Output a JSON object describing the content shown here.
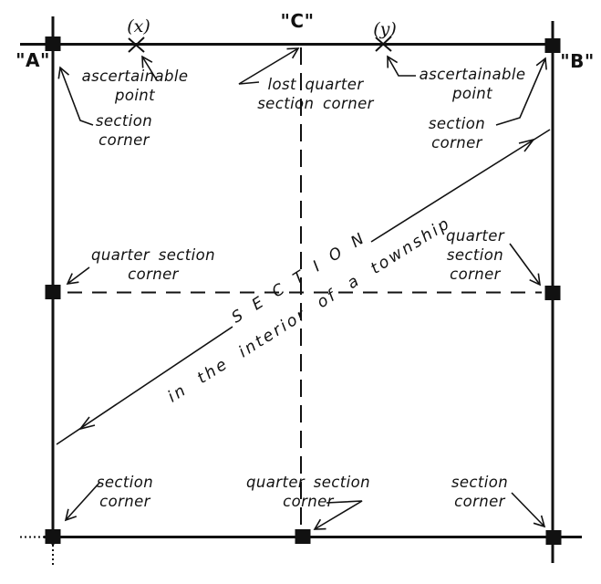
{
  "title": "Section in the interior of a township survey diagram",
  "colors": {
    "ink": "#111111",
    "background": "#ffffff"
  },
  "labels": {
    "corner_a": "\"A\"",
    "corner_b": "\"B\"",
    "corner_c": "\"C\"",
    "point_x": "(x)",
    "point_y": "(y)"
  },
  "annotations": {
    "ascertainable_left": "ascertainable\npoint",
    "section_corner_top_left": "section\ncorner",
    "lost_quarter_section": "lost quarter\nsection corner",
    "ascertainable_right": "ascertainable\npoint",
    "section_corner_top_right": "section\ncorner",
    "quarter_section_left": "quarter section\ncorner",
    "quarter_section_right": "quarter\nsection\ncorner",
    "section_corner_bottom_left": "section\ncorner",
    "quarter_section_bottom": "quarter section\ncorner",
    "section_corner_bottom_right": "section\ncorner",
    "diagonal_title": "S E C T I O N",
    "diagonal_subtitle": "in the interior of a township"
  }
}
